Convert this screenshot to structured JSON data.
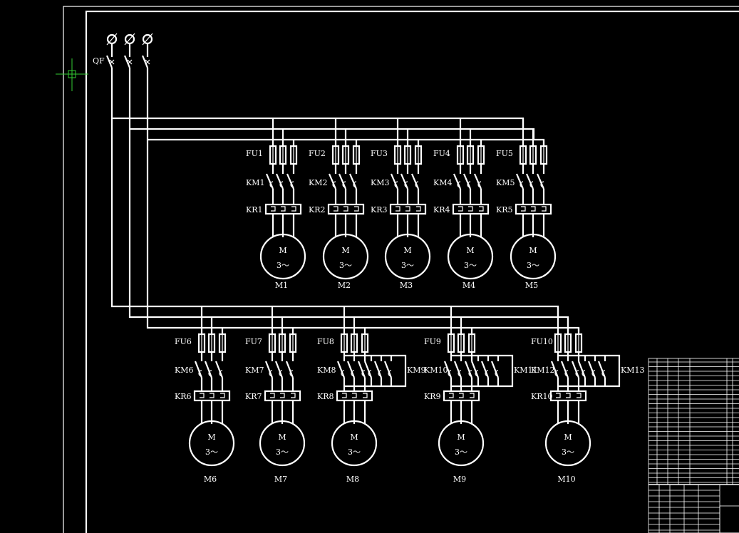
{
  "main_switch": "QF",
  "row1": [
    {
      "fu": "FU1",
      "km": "KM1",
      "kr": "KR1",
      "motor": "M1"
    },
    {
      "fu": "FU2",
      "km": "KM2",
      "kr": "KR2",
      "motor": "M2"
    },
    {
      "fu": "FU3",
      "km": "KM3",
      "kr": "KR3",
      "motor": "M3"
    },
    {
      "fu": "FU4",
      "km": "KM4",
      "kr": "KR4",
      "motor": "M4"
    },
    {
      "fu": "FU5",
      "km": "KM5",
      "kr": "KR5",
      "motor": "M5"
    }
  ],
  "row2": [
    {
      "fu": "FU6",
      "km": "KM6",
      "kr": "KR6",
      "motor": "M6"
    },
    {
      "fu": "FU7",
      "km": "KM7",
      "kr": "KR7",
      "motor": "M7"
    },
    {
      "fu": "FU8",
      "km": "KM8",
      "km2": "KM9",
      "kr": "KR8",
      "motor": "M8"
    },
    {
      "fu": "FU9",
      "km": "KM10",
      "km2": "KM11",
      "kr": "KR9",
      "motor": "M9"
    },
    {
      "fu": "FU10",
      "km": "KM12",
      "km2": "KM13",
      "kr": "KR10",
      "motor": "M10"
    }
  ],
  "motor_m": "M",
  "motor_phase": "3～",
  "colors": {
    "background": "#000000",
    "line": "#ffffff",
    "cursor": "#00ff00"
  }
}
